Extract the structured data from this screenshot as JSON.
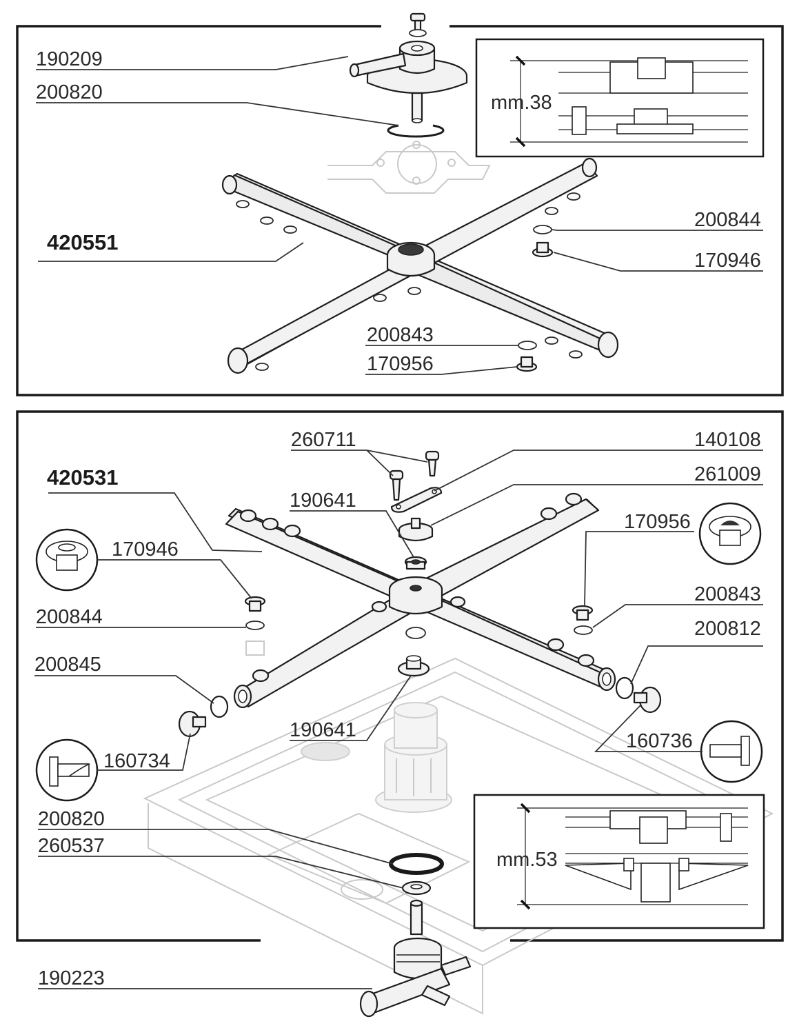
{
  "top_panel": {
    "assembly_code": "420551",
    "labels": {
      "hub_top": "190209",
      "oring_top": "200820",
      "nozzle_oring_right": "200844",
      "nozzle_right": "170946",
      "nozzle_oring_bottom": "200843",
      "nozzle_bottom": "170956"
    },
    "inset_dimension": "mm.38"
  },
  "bottom_panel": {
    "assembly_code": "420531",
    "labels": {
      "screws": "260711",
      "plate": "140108",
      "gear": "261009",
      "nut_top": "190641",
      "nozzle_left": "170946",
      "nozzle_right": "170956",
      "oring_left": "200844",
      "oring_right": "200843",
      "end_oring_right": "200812",
      "end_oring_left": "200845",
      "nut_bottom": "190641",
      "end_cap_left": "160734",
      "end_cap_right": "160736",
      "oring_base": "200820",
      "washer_base": "260537"
    },
    "inset_dimension": "mm.53"
  },
  "footer": {
    "manifold": "190223"
  }
}
